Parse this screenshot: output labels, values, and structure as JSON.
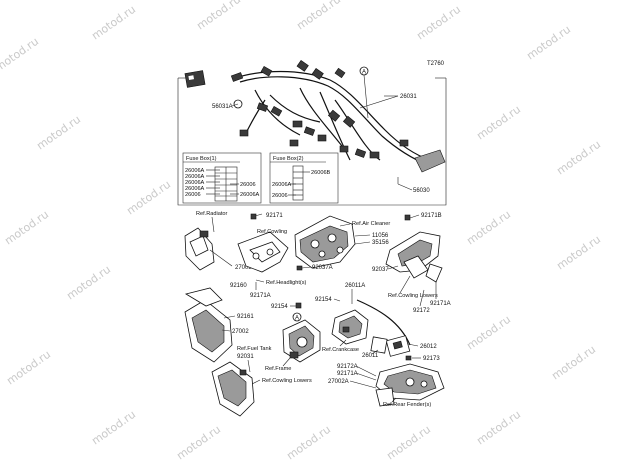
{
  "diagram_code": "T2760",
  "watermark": "motod.ru",
  "harness": {
    "part_number": "26031",
    "sub_parts": [
      "56031A",
      "56030"
    ],
    "callout": "A"
  },
  "fuse_box_1": {
    "title": "Fuse Box(1)",
    "left_labels": [
      "26006A",
      "26006A",
      "26006A",
      "26006A",
      "26006"
    ],
    "right_labels": [
      "26006",
      "26006A"
    ]
  },
  "fuse_box_2": {
    "title": "Fuse Box(2)",
    "left_labels": [
      "26006A",
      "26006"
    ],
    "right_labels": [
      "26006B"
    ]
  },
  "part_labels": {
    "p92171": "92171",
    "p92171B": "92171B",
    "p11056": "11056",
    "p35156": "35156",
    "p92037A": "92037A",
    "p27003": "27003",
    "p92037": "92037",
    "p26011A": "26011A",
    "p92160": "92160",
    "p92171A": "92171A",
    "p92154a": "92154",
    "p92154b": "92154",
    "p92171C": "92171A",
    "p92172": "92172",
    "p92161": "92161",
    "p27002": "27002",
    "p26012": "26012",
    "p92031": "92031",
    "p26011": "26011",
    "p92173": "92173",
    "p92172A": "92172A",
    "p92171D": "92171A",
    "p27002A": "27002A",
    "callout_A2": "A"
  },
  "references": {
    "radiator": "Ref.Radiator",
    "cowling": "Ref.Cowling",
    "air_cleaner": "Ref.Air Cleaner",
    "headlight": "Ref.Headlight(s)",
    "cowling_lowers_right": "Ref.Cowling Lowers",
    "fuel_tank": "Ref.Fuel Tank",
    "crankcase": "Ref.Crankcase",
    "frame": "Ref.Frame",
    "cowling_lowers_left": "Ref.Cowling Lowers",
    "rear_fenders": "Ref.Rear Fender(s)"
  }
}
